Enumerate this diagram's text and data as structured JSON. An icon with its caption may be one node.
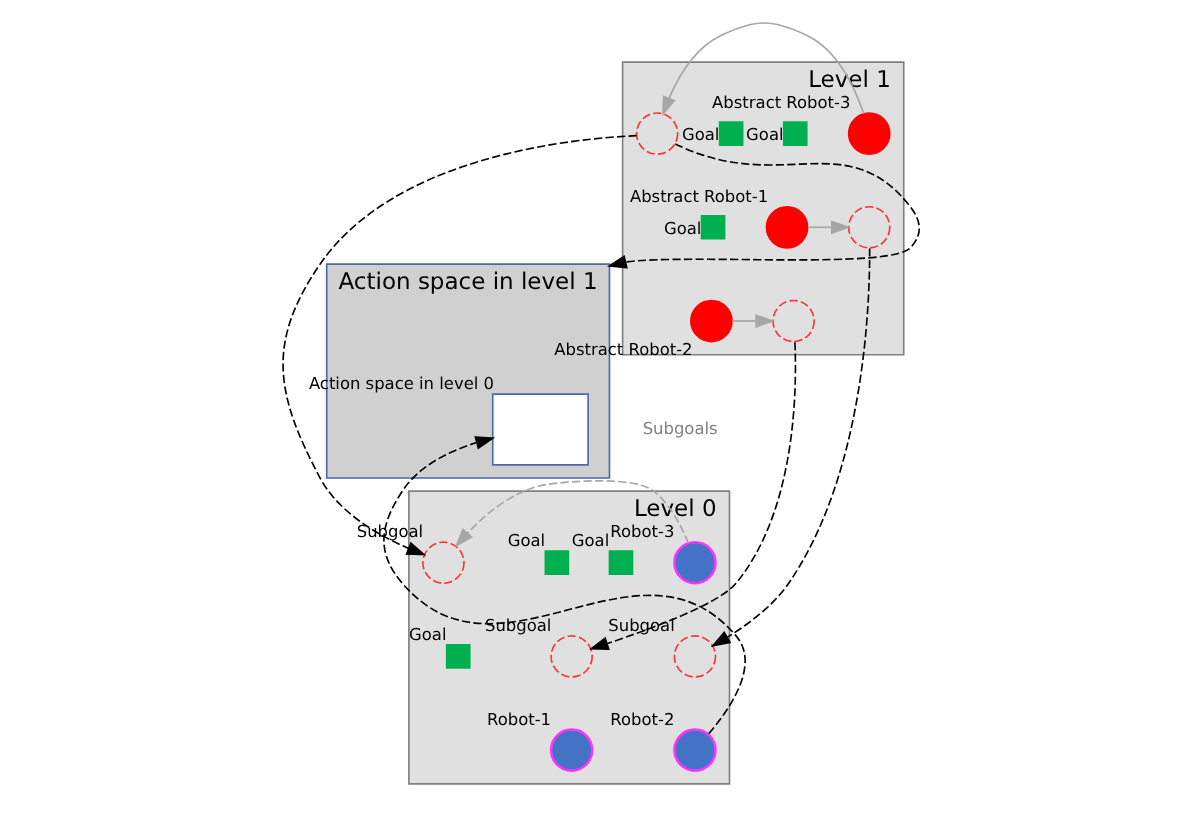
{
  "diagram": {
    "nodes": [
      {
        "text": [
          "Level 1"
        ]
      },
      {
        "text": [
          "Abstract Robot-3"
        ],
        "in": 0
      },
      {
        "text": [],
        "shape": "circle",
        "in": 0
      },
      {
        "text": [
          "Abstract Robot-1"
        ],
        "in": 0
      },
      {
        "text": [],
        "shape": "circle",
        "in": 0
      },
      {
        "text": [
          "Abstract Robot-2"
        ],
        "in": 0
      },
      {
        "text": [],
        "shape": "circle",
        "in": 0
      },
      {
        "text": [
          "Goal"
        ],
        "in": 0
      },
      {
        "text": [
          "Goal"
        ],
        "in": 0
      },
      {
        "text": [
          "Goal"
        ],
        "in": 0
      },
      {
        "text": [
          "Level 0"
        ]
      },
      {
        "text": [
          "Robot-3"
        ],
        "in": 10
      },
      {
        "text": [
          "Subgoal"
        ],
        "in": 10
      },
      {
        "text": [
          "Subgoal"
        ],
        "in": 10
      },
      {
        "text": [
          "Robot-1"
        ],
        "in": 10
      },
      {
        "text": [
          "Subgoal"
        ],
        "in": 10
      },
      {
        "text": [
          "Robot-2"
        ],
        "in": 10
      },
      {
        "text": [
          "Goal"
        ],
        "in": 10
      },
      {
        "text": [
          "Goal"
        ],
        "in": 10
      },
      {
        "text": [
          "Goal"
        ],
        "in": 10
      },
      {
        "text": [
          "Action space in level 1"
        ]
      },
      {
        "text": [
          "Action space in level 0"
        ],
        "in": 20
      }
    ],
    "edges": [
      {
        "from": 1,
        "to": 2,
        "arrow": "to",
        "color": "#a6a6a6"
      },
      {
        "from": 3,
        "to": 4,
        "arrow": "to",
        "color": "#a6a6a6"
      },
      {
        "from": 5,
        "to": 6,
        "arrow": "to",
        "color": "#a6a6a6"
      },
      {
        "from": 2,
        "to": 12,
        "arrow": "to",
        "style": "dashed"
      },
      {
        "from": 4,
        "to": 13,
        "arrow": "to",
        "style": "dashed"
      },
      {
        "from": 6,
        "to": 15,
        "arrow": "to",
        "style": "dashed"
      },
      {
        "from": 11,
        "to": 12,
        "arrow": "to",
        "style": "dashed",
        "color": "#a6a6a6"
      },
      {
        "from": 2,
        "to": 20,
        "arrow": "to",
        "style": "dashed"
      },
      {
        "from": 16,
        "to": 21,
        "arrow": "to",
        "style": "dashed"
      }
    ],
    "labels": [
      "Subgoals"
    ]
  }
}
